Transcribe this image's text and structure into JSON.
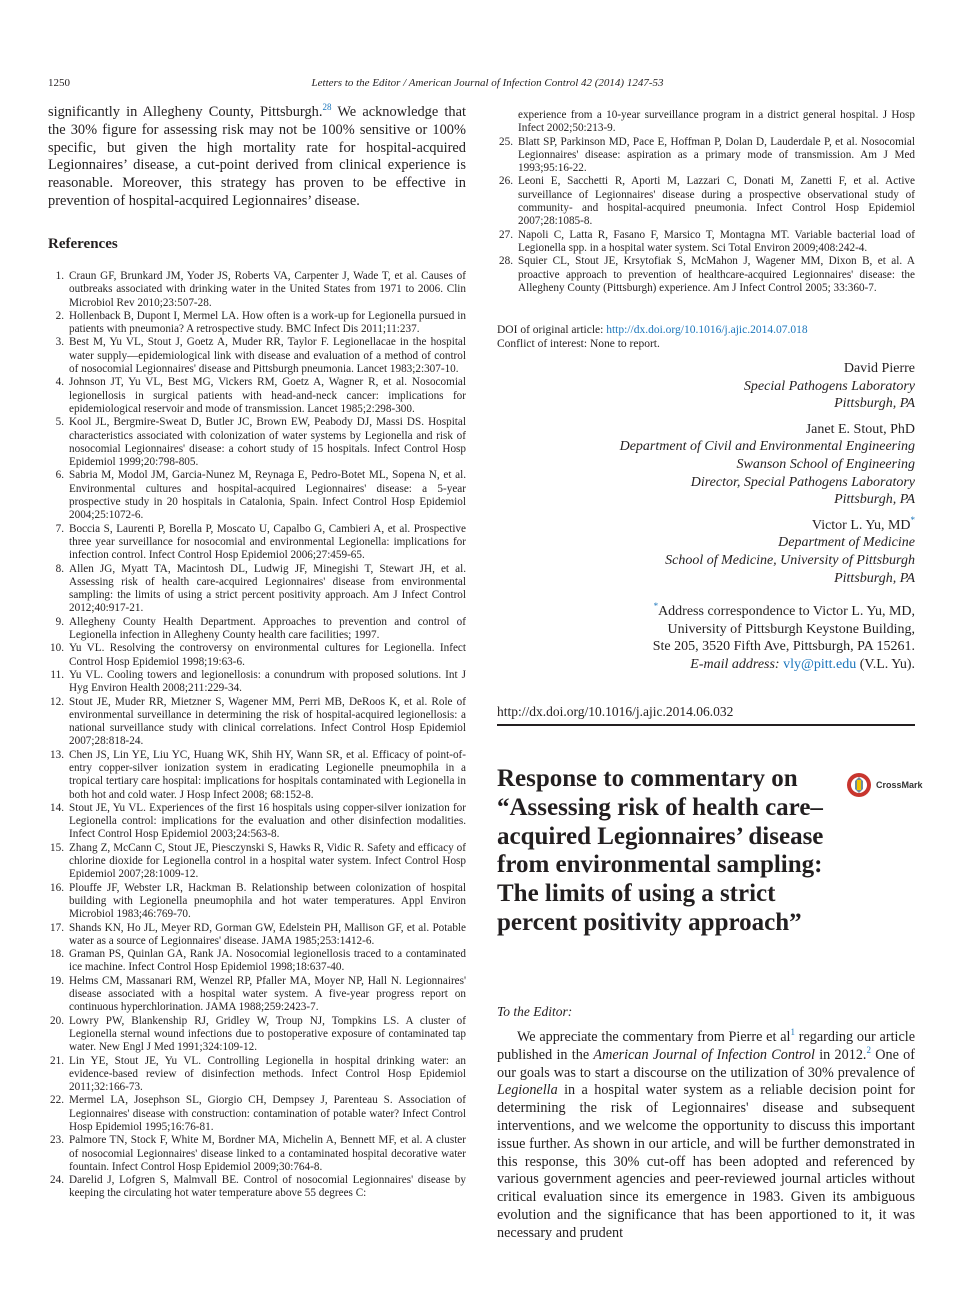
{
  "header": {
    "page_number": "1250",
    "running_title": "Letters to the Editor / American Journal of Infection Control 42 (2014) 1247-53"
  },
  "intro": {
    "text_before": "significantly in Allegheny County, Pittsburgh.",
    "cite": "28",
    "text_after": " We acknowledge that the 30% figure for assessing risk may not be 100% sensitive or 100% specific, but given the high mortality rate for hospital-acquired Legionnaires’ disease, a cut-point derived from clinical experience is reasonable. Moreover, this strategy has proven to be effective in prevention of hospital-acquired Legionnaires’ disease."
  },
  "references_heading": "References",
  "references_left": [
    {
      "num": "1.",
      "text": "Craun GF, Brunkard JM, Yoder JS, Roberts VA, Carpenter J, Wade T, et al. Causes of outbreaks associated with drinking water in the United States from 1971 to 2006. Clin Microbiol Rev 2010;23:507-28."
    },
    {
      "num": "2.",
      "text": "Hollenback B, Dupont I, Mermel LA. How often is a work-up for Legionella pursued in patients with pneumonia? A retrospective study. BMC Infect Dis 2011;11:237."
    },
    {
      "num": "3.",
      "text": "Best M, Yu VL, Stout J, Goetz A, Muder RR, Taylor F. Legionellacae in the hospital water supply—epidemiological link with disease and evaluation of a method of control of nosocomial Legionnaires' disease and Pittsburgh pneumonia. Lancet 1983;2:307-10."
    },
    {
      "num": "4.",
      "text": "Johnson JT, Yu VL, Best MG, Vickers RM, Goetz A, Wagner R, et al. Nosocomial legionellosis in surgical patients with head-and-neck cancer: implications for epidemiological reservoir and mode of transmission. Lancet 1985;2:298-300."
    },
    {
      "num": "5.",
      "text": "Kool JL, Bergmire-Sweat D, Butler JC, Brown EW, Peabody DJ, Massi DS. Hospital characteristics associated with colonization of water systems by Legionella and risk of nosocomial Legionnaires' disease: a cohort study of 15 hospitals. Infect Control Hosp Epidemiol 1999;20:798-805."
    },
    {
      "num": "6.",
      "text": "Sabria M, Modol JM, Garcia-Nunez M, Reynaga E, Pedro-Botet ML, Sopena N, et al. Environmental cultures and hospital-acquired Legionnaires' disease: a 5-year prospective study in 20 hospitals in Catalonia, Spain. Infect Control Hosp Epidemiol 2004;25:1072-6."
    },
    {
      "num": "7.",
      "text": "Boccia S, Laurenti P, Borella P, Moscato U, Capalbo G, Cambieri A, et al. Prospective three year surveillance for nosocomial and environmental Legionella: implications for infection control. Infect Control Hosp Epidemiol 2006;27:459-65."
    },
    {
      "num": "8.",
      "text": "Allen JG, Myatt TA, Macintosh DL, Ludwig JF, Minegishi T, Stewart JH, et al. Assessing risk of health care-acquired Legionnaires' disease from environmental sampling: the limits of using a strict percent positivity approach. Am J Infect Control 2012;40:917-21."
    },
    {
      "num": "9.",
      "text": "Allegheny County Health Department. Approaches to prevention and control of Legionella infection in Allegheny County health care facilities; 1997."
    },
    {
      "num": "10.",
      "text": "Yu VL. Resolving the controversy on environmental cultures for Legionella. Infect Control Hosp Epidemiol 1998;19:63-6."
    },
    {
      "num": "11.",
      "text": "Yu VL. Cooling towers and legionellosis: a conundrum with proposed solutions. Int J Hyg Environ Health 2008;211:229-34."
    },
    {
      "num": "12.",
      "text": "Stout JE, Muder RR, Mietzner S, Wagener MM, Perri MB, DeRoos K, et al. Role of environmental surveillance in determining the risk of hospital-acquired legionellosis: a national surveillance study with clinical correlations. Infect Control Hosp Epidemiol 2007;28:818-24."
    },
    {
      "num": "13.",
      "text": "Chen JS, Lin YE, Liu YC, Huang WK, Shih HY, Wann SR, et al. Efficacy of point-of-entry copper-silver ionization system in eradicating Legionelle pneumophila in a tropical tertiary care hospital: implications for hospitals contaminated with Legionella in both hot and cold water. J Hosp Infect 2008; 68:152-8."
    },
    {
      "num": "14.",
      "text": "Stout JE, Yu VL. Experiences of the first 16 hospitals using copper-silver ionization for Legionella control: implications for the evaluation and other disinfection modalities. Infect Control Hosp Epidemiol 2003;24:563-8."
    },
    {
      "num": "15.",
      "text": "Zhang Z, McCann C, Stout JE, Piesczynski S, Hawks R, Vidic R. Safety and efficacy of chlorine dioxide for Legionella control in a hospital water system. Infect Control Hosp Epidemiol 2007;28:1009-12."
    },
    {
      "num": "16.",
      "text": "Plouffe JF, Webster LR, Hackman B. Relationship between colonization of hospital building with Legionella pneumophila and hot water temperatures. Appl Environ Microbiol 1983;46:769-70."
    },
    {
      "num": "17.",
      "text": "Shands KN, Ho JL, Meyer RD, Gorman GW, Edelstein PH, Mallison GF, et al. Potable water as a source of Legionnaires' disease. JAMA 1985;253:1412-6."
    },
    {
      "num": "18.",
      "text": "Graman PS, Quinlan GA, Rank JA. Nosocomial legionellosis traced to a contaminated ice machine. Infect Control Hosp Epidemiol 1998;18:637-40."
    },
    {
      "num": "19.",
      "text": "Helms CM, Massanari RM, Wenzel RP, Pfaller MA, Moyer NP, Hall N. Legionnaires' disease associated with a hospital water system. A five-year progress report on continuous hyperchlorination. JAMA 1988;259:2423-7."
    },
    {
      "num": "20.",
      "text": "Lowry PW, Blankenship RJ, Gridley W, Troup NJ, Tompkins LS. A cluster of Legionella sternal wound infections due to postoperative exposure of contaminated tap water. New Engl J Med 1991;324:109-12."
    },
    {
      "num": "21.",
      "text": "Lin YE, Stout JE, Yu VL. Controlling Legionella in hospital drinking water: an evidence-based review of disinfection methods. Infect Control Hosp Epidemiol 2011;32:166-73."
    },
    {
      "num": "22.",
      "text": "Mermel LA, Josephson SL, Giorgio CH, Dempsey J, Parenteau S. Association of Legionnaires' disease with construction: contamination of potable water? Infect Control Hosp Epidemiol 1995;16:76-81."
    },
    {
      "num": "23.",
      "text": "Palmore TN, Stock F, White M, Bordner MA, Michelin A, Bennett MF, et al. A cluster of nosocomial Legionnaires' disease linked to a contaminated hospital decorative water fountain. Infect Control Hosp Epidemiol 2009;30:764-8."
    },
    {
      "num": "24.",
      "text": "Darelid J, Lofgren S, Malmvall BE. Control of nosocomial Legionnaires' disease by keeping the circulating hot water temperature above 55 degrees C:"
    }
  ],
  "references_right": [
    {
      "num": "",
      "text": "experience from a 10-year surveillance program in a district general hospital. J Hosp Infect 2002;50:213-9."
    },
    {
      "num": "25.",
      "text": "Blatt SP, Parkinson MD, Pace E, Hoffman P, Dolan D, Lauderdale P, et al. Nosocomial Legionnaires' disease: aspiration as a primary mode of transmission. Am J Med 1993;95:16-22."
    },
    {
      "num": "26.",
      "text": "Leoni E, Sacchetti R, Aporti M, Lazzari C, Donati M, Zanetti F, et al. Active surveillance of Legionnaires' disease during a prospective observational study of community- and hospital-acquired pneumonia. Infect Control Hosp Epidemiol 2007;28:1085-8."
    },
    {
      "num": "27.",
      "text": "Napoli C, Latta R, Fasano F, Marsico T, Montagna MT. Variable bacterial load of Legionella spp. in a hospital water system. Sci Total Environ 2009;408:242-4."
    },
    {
      "num": "28.",
      "text": "Squier CL, Stout JE, Krsytofiak S, McMahon J, Wagener MM, Dixon B, et al. A proactive approach to prevention of healthcare-acquired Legionnaires' disease: the Allegheny County (Pittsburgh) experience. Am J Infect Control 2005; 33:360-7."
    }
  ],
  "doi_original": {
    "label": "DOI of original article: ",
    "url": "http://dx.doi.org/10.1016/j.ajic.2014.07.018"
  },
  "conflict": "Conflict of interest: None to report.",
  "authors": [
    {
      "name": "David Pierre",
      "affiliations": [
        "Special Pathogens Laboratory",
        "Pittsburgh, PA"
      ]
    },
    {
      "name": "Janet E. Stout, PhD",
      "affiliations": [
        "Department of Civil and Environmental Engineering",
        "Swanson School of Engineering",
        "Director, Special Pathogens Laboratory",
        "Pittsburgh, PA"
      ]
    },
    {
      "name": "Victor L. Yu, MD",
      "mark": "*",
      "affiliations": [
        "Department of Medicine",
        "School of Medicine, University of Pittsburgh",
        "Pittsburgh, PA"
      ]
    }
  ],
  "address": {
    "mark": "*",
    "line1": "Address correspondence to Victor L. Yu, MD,",
    "line2": "University of Pittsburgh Keystone Building,",
    "line3": "Ste 205, 3520 Fifth Ave, Pittsburgh, PA 15261.",
    "email_label": "E-mail address:",
    "email": "vly@pitt.edu",
    "email_suffix": " (V.L. Yu)."
  },
  "doi_this": "http://dx.doi.org/10.1016/j.ajic.2014.06.032",
  "article_title": "Response to commentary on “Assessing risk of health care–acquired Legionnaires’ disease from environmental sampling: The limits of using a strict percent positivity approach”",
  "crossmark_label": "CrossMark",
  "salutation": "To the Editor:",
  "body": {
    "p1": "We appreciate the commentary from Pierre et al",
    "c1": "1",
    "p2": " regarding our article published in the ",
    "journal": "American Journal of Infection Control",
    "p3": " in 2012.",
    "c2": "2",
    "p4": " One of our goals was to start a discourse on the utilization of 30% prevalence of ",
    "genus": "Legionella",
    "p5": " in a hospital water system as a reliable decision point for determining the risk of Legionnaires' disease and subsequent interventions, and we welcome the opportunity to discuss this important issue further. As shown in our article, and will be further demonstrated in this response, this 30% cut-off has been adopted and referenced by various government agencies and peer-reviewed journal articles without critical evaluation since its emergence in 1983. Given its ambiguous evolution and the significance that has been apportioned to it, it was necessary and prudent"
  }
}
